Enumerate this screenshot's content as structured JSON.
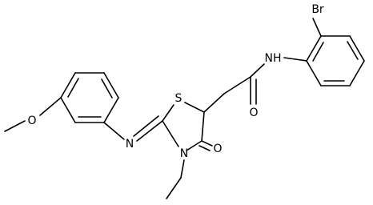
{
  "molecule": {
    "atoms": {
      "bromine": "Br",
      "amide_nh": "NH",
      "amide_oxygen": "O",
      "ring_sulfur": "S",
      "imine_nitrogen": "N",
      "ring_nitrogen": "N",
      "ring_carbonyl_oxygen": "O",
      "methoxy_oxygen": "O"
    }
  }
}
